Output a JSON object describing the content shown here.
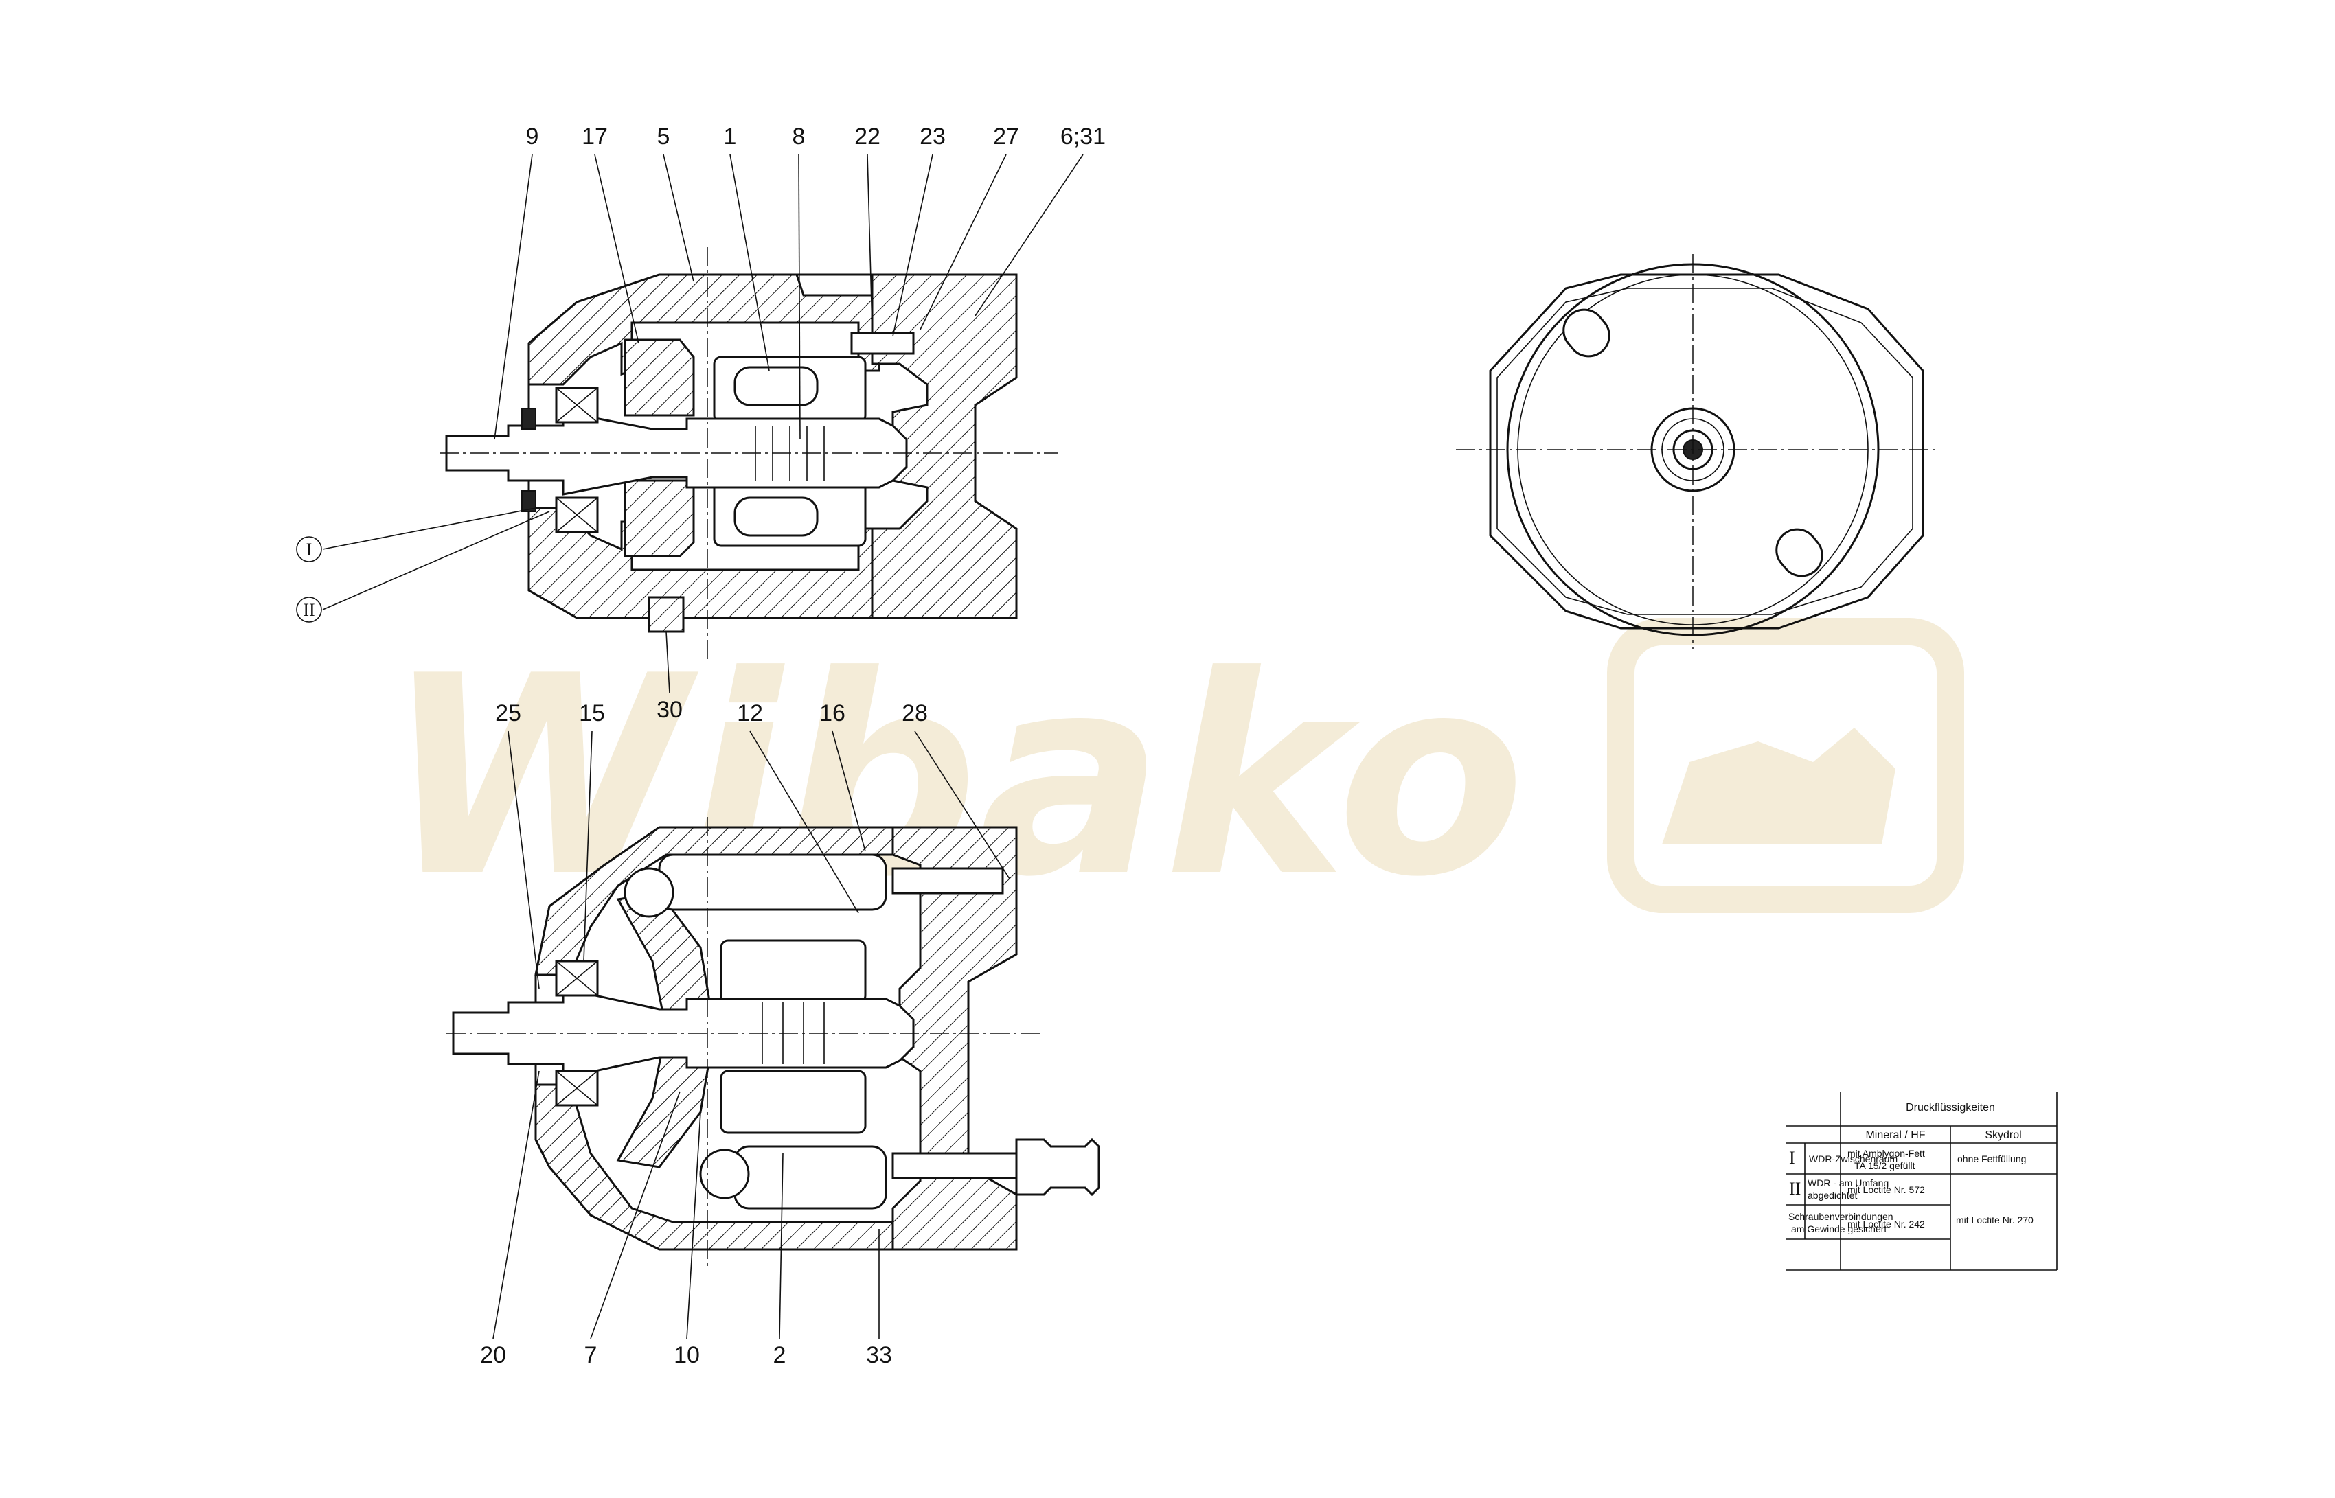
{
  "watermark": {
    "text": "Wibako"
  },
  "callouts_top": [
    "9",
    "17",
    "5",
    "1",
    "8",
    "22",
    "23",
    "27",
    "6;31"
  ],
  "callout_30": "30",
  "callouts_bottom_top": [
    "25",
    "15",
    "12",
    "16",
    "28"
  ],
  "callouts_bottom_bottom": [
    "20",
    "7",
    "10",
    "2",
    "33"
  ],
  "roman_markers": [
    "I",
    "II"
  ],
  "table": {
    "header_group": "Druckflüssigkeiten",
    "col_mineral": "Mineral / HF",
    "col_skydrol": "Skydrol",
    "rows": [
      {
        "num": "I",
        "label": "WDR-Zwischenraum",
        "mineral_1": "mit Amblygon-Fett",
        "mineral_2": "TA 15/2 gefüllt",
        "skydrol": "ohne Fettfüllung"
      },
      {
        "num": "II",
        "label_1": "WDR - am Umfang",
        "label_2": "abgedichtet",
        "mineral": "mit Loctite Nr. 572",
        "skydrol": "mit Loctite Nr. 270"
      },
      {
        "num": "",
        "label_1": "Schraubenverbindungen",
        "label_2": "am Gewinde gesichert",
        "mineral": "mit Loctite Nr. 242"
      }
    ]
  }
}
